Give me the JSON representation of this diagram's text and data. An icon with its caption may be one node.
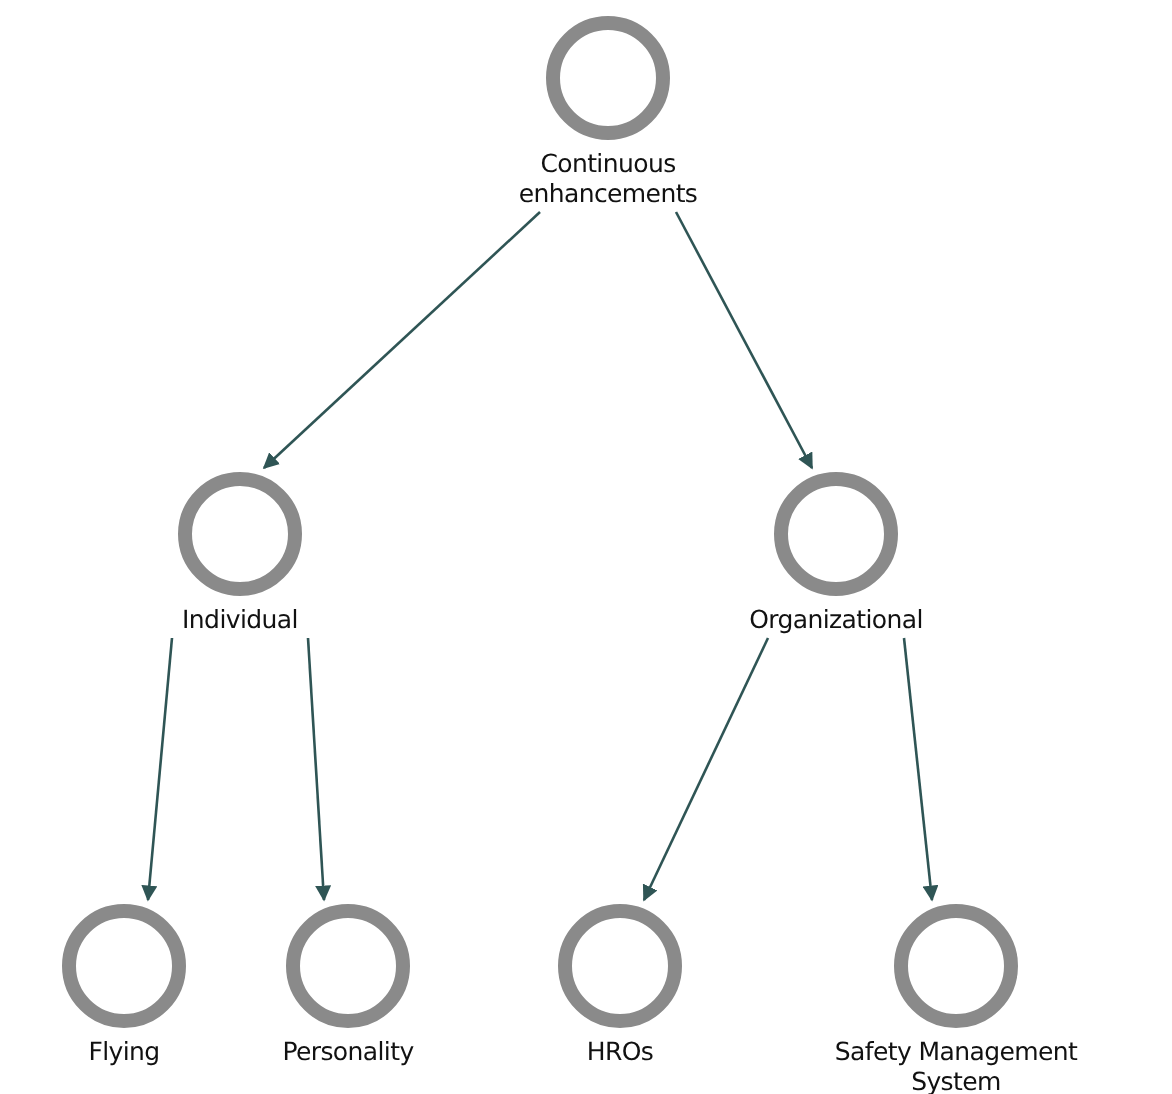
{
  "diagram": {
    "nodes": [
      {
        "text": [
          "Continuous enhancements"
        ]
      },
      {
        "text": [
          "Individual"
        ]
      },
      {
        "text": [
          "Organizational"
        ]
      },
      {
        "text": [
          "Flying"
        ]
      },
      {
        "text": [
          "Personality"
        ]
      },
      {
        "text": [
          "HROs"
        ]
      },
      {
        "text": [
          "Safety Management System"
        ]
      }
    ],
    "edges": [
      {
        "from": 0,
        "to": 1,
        "arrow": "to"
      },
      {
        "from": 0,
        "to": 2,
        "arrow": "to"
      },
      {
        "from": 1,
        "to": 3,
        "arrow": "to"
      },
      {
        "from": 1,
        "to": 4,
        "arrow": "to"
      },
      {
        "from": 2,
        "to": 5,
        "arrow": "to"
      },
      {
        "from": 2,
        "to": 6,
        "arrow": "to"
      }
    ]
  }
}
